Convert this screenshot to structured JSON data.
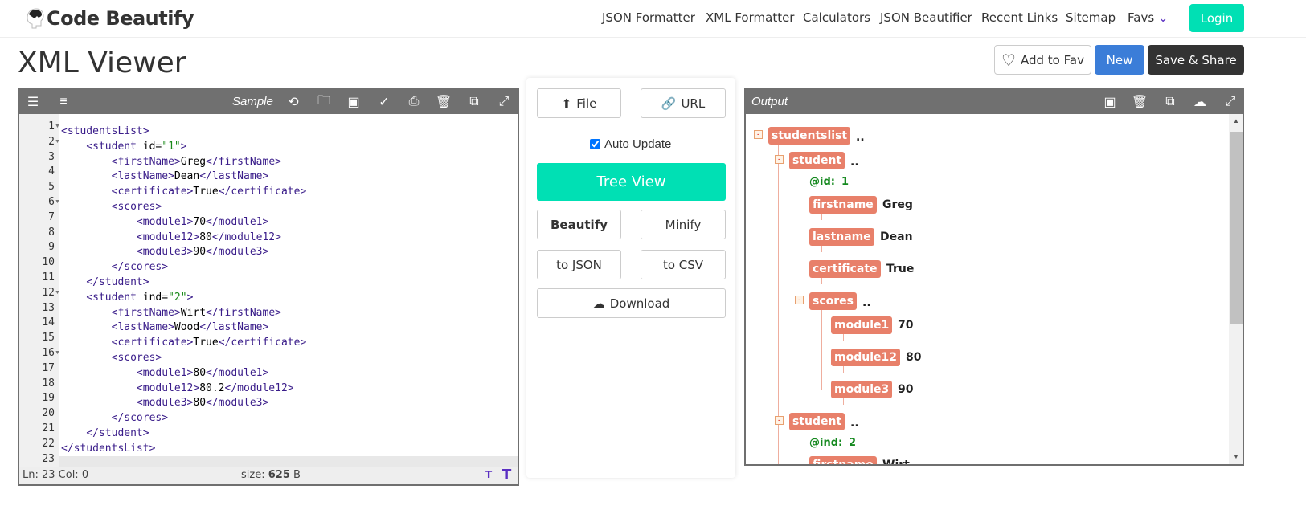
{
  "brand": {
    "name": "Code Beautify"
  },
  "nav": {
    "items": [
      "JSON Formatter",
      "XML Formatter",
      "Calculators",
      "JSON Beautifier",
      "Recent Links",
      "Sitemap",
      "Favs"
    ],
    "login": "Login"
  },
  "page": {
    "title": "XML Viewer",
    "add_fav": "Add to Fav",
    "new": "New",
    "save_share": "Save & Share"
  },
  "editor": {
    "sample": "Sample",
    "lines": [
      "<studentsList>",
      "    <student id=\"1\">",
      "        <firstName>Greg</firstName>",
      "        <lastName>Dean</lastName>",
      "        <certificate>True</certificate>",
      "        <scores>",
      "            <module1>70</module1>",
      "            <module12>80</module12>",
      "            <module3>90</module3>",
      "        </scores>",
      "    </student>",
      "    <student ind=\"2\">",
      "        <firstName>Wirt</firstName>",
      "        <lastName>Wood</lastName>",
      "        <certificate>True</certificate>",
      "        <scores>",
      "            <module1>80</module1>",
      "            <module12>80.2</module12>",
      "            <module3>80</module3>",
      "        </scores>",
      "    </student>",
      "</studentsList>",
      ""
    ],
    "folds": [
      1,
      2,
      6,
      12,
      16
    ],
    "status": {
      "position": "Ln: 23 Col: 0",
      "size_label": "size:",
      "size_value": "625",
      "size_unit": "B"
    }
  },
  "middle": {
    "file": "File",
    "url": "URL",
    "auto_update": "Auto Update",
    "auto_update_checked": true,
    "tree_view": "Tree View",
    "beautify": "Beautify",
    "minify": "Minify",
    "to_json": "to JSON",
    "to_csv": "to CSV",
    "download": "Download"
  },
  "output": {
    "title": "Output",
    "tree": [
      {
        "type": "node",
        "label": "studentslist",
        "value": "..",
        "toggle": true
      },
      {
        "type": "node",
        "label": "student",
        "value": "..",
        "toggle": true
      },
      {
        "type": "attr",
        "label": "@id:",
        "value": "1"
      },
      {
        "type": "node",
        "label": "firstname",
        "value": "Greg"
      },
      {
        "type": "node",
        "label": "lastname",
        "value": "Dean"
      },
      {
        "type": "node",
        "label": "certificate",
        "value": "True"
      },
      {
        "type": "node",
        "label": "scores",
        "value": "..",
        "toggle": true
      },
      {
        "type": "node",
        "label": "module1",
        "value": "70"
      },
      {
        "type": "node",
        "label": "module12",
        "value": "80"
      },
      {
        "type": "node",
        "label": "module3",
        "value": "90"
      },
      {
        "type": "node",
        "label": "student",
        "value": "..",
        "toggle": true
      },
      {
        "type": "attr",
        "label": "@ind:",
        "value": "2"
      },
      {
        "type": "node",
        "label": "firstname",
        "value": "Wirt"
      }
    ]
  },
  "colors": {
    "accent": "#00e0b4",
    "primary": "#3b7dd8",
    "dark": "#333333",
    "tree_node": "#e8806a",
    "toolbar": "#707070"
  }
}
